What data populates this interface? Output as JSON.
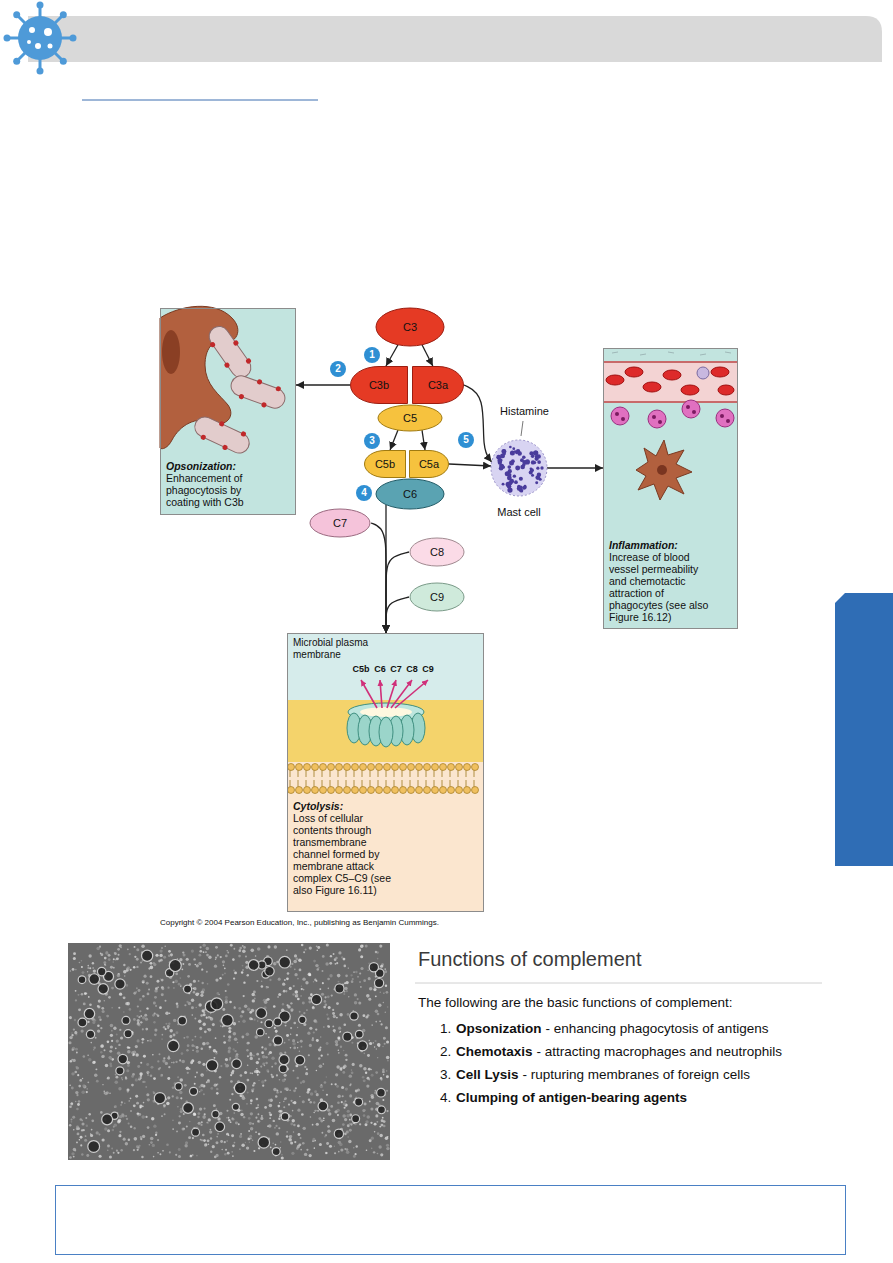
{
  "diagram": {
    "nodes": [
      {
        "text": [
          "C3"
        ]
      },
      {
        "text": [
          "C3b"
        ]
      },
      {
        "text": [
          "C3a"
        ]
      },
      {
        "text": [
          "C5"
        ]
      },
      {
        "text": [
          "C5b"
        ]
      },
      {
        "text": [
          "C5a"
        ]
      },
      {
        "text": [
          "C6"
        ]
      },
      {
        "text": [
          "C7"
        ]
      },
      {
        "text": [
          "C8"
        ]
      },
      {
        "text": [
          "C9"
        ]
      },
      {
        "text": [
          "Opsonization:",
          "Enhancement of phagocytosis by coating with C3b"
        ]
      },
      {
        "text": [
          "Mast cell"
        ]
      },
      {
        "text": [
          "Inflammation:",
          "Increase of blood vessel permeability and chemotactic attraction of phagocytes (see also Figure 16.12)"
        ]
      },
      {
        "text": [
          "Cytolysis:",
          "Loss of cellular contents through transmembrane channel formed by membrane attack complex C5–C9 (see also Figure 16.11)"
        ]
      }
    ],
    "edges": [
      {
        "from": 0,
        "to": 1,
        "arrow": "to"
      },
      {
        "from": 0,
        "to": 2,
        "arrow": "to"
      },
      {
        "from": 1,
        "to": 10,
        "arrow": "to"
      },
      {
        "from": 3,
        "to": 4,
        "arrow": "to"
      },
      {
        "from": 3,
        "to": 5,
        "arrow": "to"
      },
      {
        "from": 2,
        "to": 11,
        "arrow": "to"
      },
      {
        "from": 5,
        "to": 11,
        "arrow": "to"
      },
      {
        "from": 11,
        "to": 12,
        "arrow": "to"
      },
      {
        "from": 6,
        "to": 13,
        "arrow": "to"
      },
      {
        "from": 7,
        "to": 13,
        "arrow": "to"
      },
      {
        "from": 8,
        "to": 13,
        "arrow": "to"
      },
      {
        "from": 9,
        "to": 13,
        "arrow": "to"
      }
    ],
    "labels": [
      "1",
      "2",
      "3",
      "4",
      "5",
      "Histamine",
      "Microbial plasma membrane",
      "C5b",
      "C6",
      "C7",
      "C8",
      "C9",
      "Copyright © 2004 Pearson Education, Inc., publishing as Benjamin Cummings.",
      "Functions of complement",
      "The following are the basic functions of complement:",
      "1.",
      "Opsonization",
      "- enhancing phagocytosis of antigens",
      "2.",
      "Chemotaxis",
      "- attracting macrophages and neutrophils",
      "3.",
      "Cell Lysis",
      "- rupturing membranes of foreign cells",
      "4.",
      "Clumping of antigen-bearing agents"
    ]
  }
}
